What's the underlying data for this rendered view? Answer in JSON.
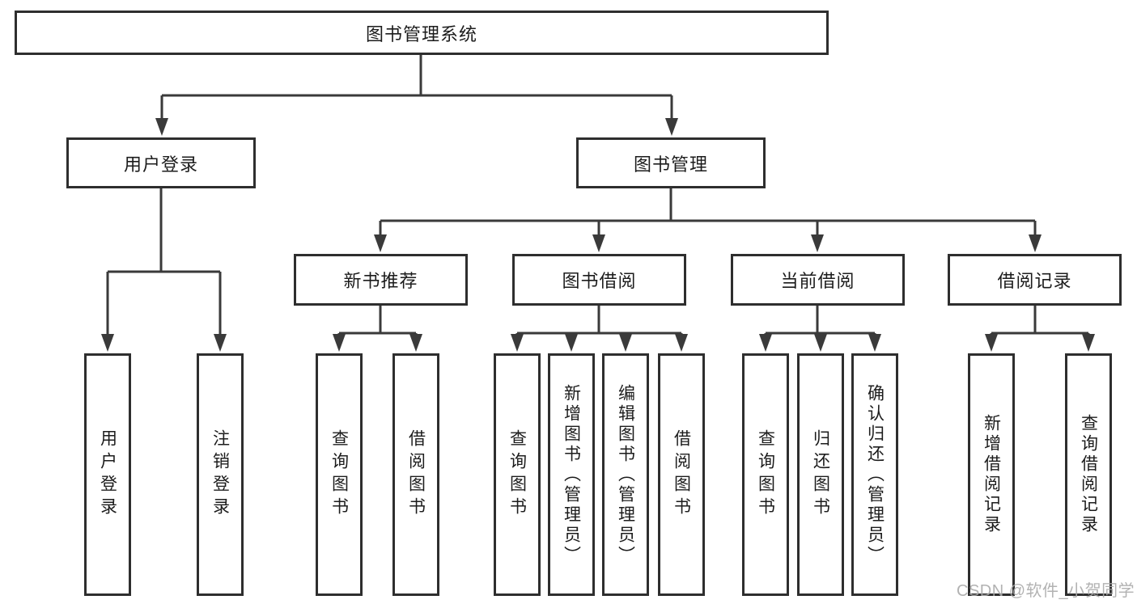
{
  "diagram": {
    "root": "图书管理系统",
    "level2": {
      "user_login": "用户登录",
      "book_mgmt": "图书管理"
    },
    "level3": {
      "new_book_rec": "新书推荐",
      "book_borrow": "图书借阅",
      "current_borrow": "当前借阅",
      "borrow_records": "借阅记录"
    },
    "leaves": {
      "ul_login": "用户登录",
      "ul_logout": "注销登录",
      "nr_query_book": "查询图书",
      "nr_borrow_book": "借阅图书",
      "bb_query_book": "查询图书",
      "bb_add_book": "新增图书（管理员）",
      "bb_edit_book": "编辑图书（管理员）",
      "bb_borrow_book": "借阅图书",
      "cb_query_book": "查询图书",
      "cb_return_book": "归还图书",
      "cb_confirm_return": "确认归还（管理员）",
      "br_add_record": "新增借阅记录",
      "br_query_record": "查询借阅记录"
    }
  },
  "watermark": "CSDN @软件_小贺同学",
  "colors": {
    "line": "#3a3a3a",
    "box_border": "#2e2e2e",
    "text": "#1c1c1c",
    "watermark": "#aaaaaa",
    "background": "#ffffff"
  }
}
